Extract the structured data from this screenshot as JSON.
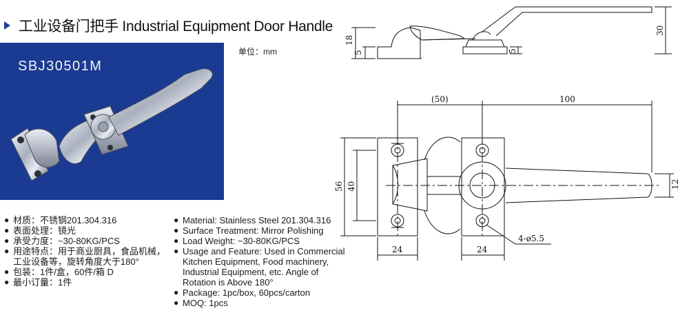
{
  "title": "工业设备门把手 Industrial Equipment Door Handle",
  "model": "SBJ30501M",
  "unit": "单位：mm",
  "specs_cn": [
    "材质：不锈钢201.304.316",
    "表面处理：镜光",
    "承受力度：~30-80KG/PCS",
    "用途特点：用于商业厨具，食品机械，工业设备等，旋转角度大于180°",
    "包装：1件/盒，60件/箱 D",
    "最小订量：1件"
  ],
  "specs_en": [
    "Material: Stainless Steel 201.304.316",
    "Surface Treatment: Mirror Polishing",
    "Load Weight: ~30-80KG/PCS",
    "Usage and Feature: Used in Commercial Kitchen Equipment, Food machinery, Industrial Equipment, etc. Angle of Rotation is Above 180°",
    "Package: 1pc/box, 60pcs/carton",
    "MOQ: 1pcs"
  ],
  "dimensions": {
    "side_height_left": "18",
    "side_base_left": "5",
    "side_base_right": "5",
    "side_total_height": "30",
    "top_offset": "(50)",
    "top_length": "100",
    "height_outer": "56",
    "height_inner": "40",
    "bracket_width_left": "24",
    "bracket_width_right": "24",
    "handle_tip": "12",
    "holes": "4-ø5.5"
  }
}
